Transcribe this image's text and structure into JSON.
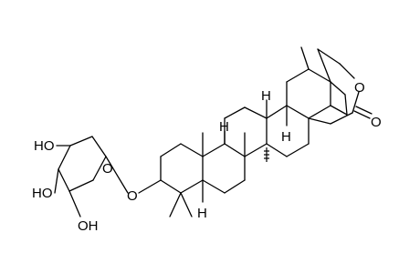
{
  "atoms": {
    "ring_O": "O",
    "C4_OH": "HO",
    "C3_OH": "HO",
    "C2_OH": "OH",
    "glycoside_O": "O",
    "H5": "H",
    "H9": "H",
    "H13": "H",
    "H18": "H",
    "lactone_O": "O",
    "carbonyl_O": "O"
  },
  "colors": {
    "line": "#000000",
    "background": "#ffffff"
  }
}
